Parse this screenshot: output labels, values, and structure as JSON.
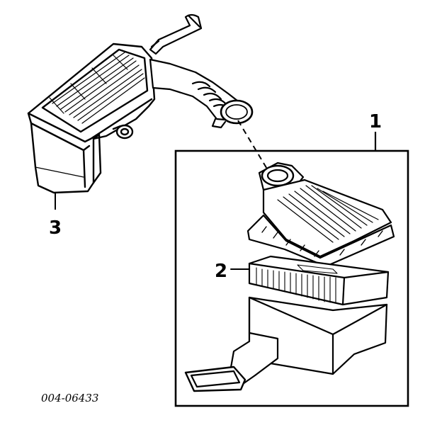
{
  "diagram": {
    "callouts": {
      "assembly": "1",
      "filter_element": "2",
      "resonator": "3"
    },
    "part_number": "004-06433",
    "ink_color": "#000000",
    "paper_color": "#ffffff"
  }
}
